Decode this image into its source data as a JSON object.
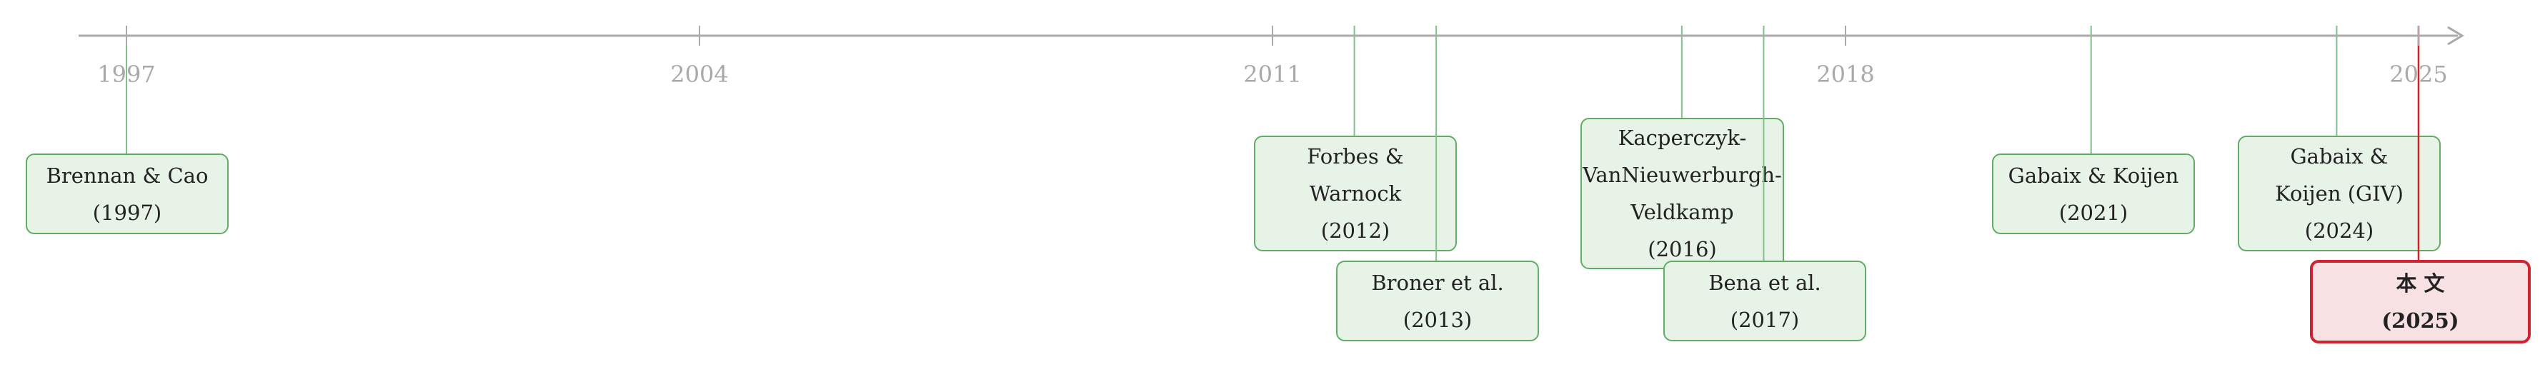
{
  "axis": {
    "start": 1997,
    "end": 2025,
    "tick_labels": [
      "1997",
      "2004",
      "2011",
      "2018",
      "2025"
    ],
    "ticks": [
      1997,
      2004,
      2011,
      2018,
      2025
    ],
    "colors": {
      "axis": "#aaaaaa",
      "tick_label": "#a9a9a9",
      "paper_line": "#7fc28a",
      "current_line": "#d0202b"
    }
  },
  "papers": [
    {
      "id": "brennan-cao",
      "year": 1997,
      "lines": [
        "Brennan & Cao",
        "(1997)"
      ]
    },
    {
      "id": "forbes-warnock",
      "year": 2012,
      "lines": [
        "Forbes &",
        "Warnock",
        "(2012)"
      ]
    },
    {
      "id": "broner",
      "year": 2013,
      "lines": [
        "Broner et al.",
        "(2013)"
      ]
    },
    {
      "id": "kacperczyk",
      "year": 2016,
      "lines": [
        "Kacperczyk-",
        "VanNieuwerburgh-",
        "Veldkamp",
        "(2016)"
      ]
    },
    {
      "id": "bena",
      "year": 2017,
      "lines": [
        "Bena et al.",
        "(2017)"
      ]
    },
    {
      "id": "gabaix-koijen-2021",
      "year": 2021,
      "lines": [
        "Gabaix & Koijen",
        "(2021)"
      ]
    },
    {
      "id": "gabaix-koijen-giv",
      "year": 2024,
      "lines": [
        "Gabaix &",
        "Koijen (GIV)",
        "(2024)"
      ]
    }
  ],
  "current": {
    "id": "this-paper",
    "year": 2025,
    "lines": [
      "本 文",
      "(2025)"
    ]
  }
}
